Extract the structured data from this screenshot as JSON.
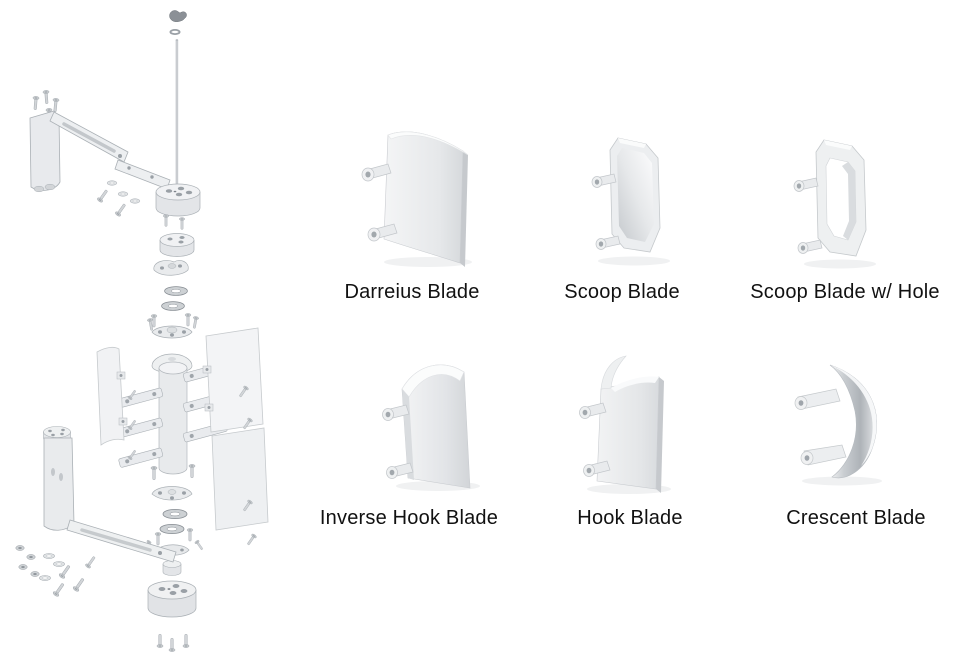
{
  "figure": {
    "description": "Exploded turbine assembly with six vertical-axis wind turbine blade designs",
    "assembly": {
      "name": "exploded-turbine-assembly"
    },
    "colors": {
      "background": "#ffffff",
      "part_fill": "#edeff1",
      "part_shade": "#d8dbde",
      "part_edge": "#aab0b5",
      "hole": "#9aa0a6",
      "label_text": "#111111"
    }
  },
  "blades": [
    {
      "id": "darreius",
      "label": "Darreius Blade"
    },
    {
      "id": "scoop",
      "label": "Scoop Blade"
    },
    {
      "id": "scoop-hole",
      "label": "Scoop Blade w/ Hole"
    },
    {
      "id": "inverse-hook",
      "label": "Inverse Hook Blade"
    },
    {
      "id": "hook",
      "label": "Hook Blade"
    },
    {
      "id": "crescent",
      "label": "Crescent Blade"
    }
  ]
}
